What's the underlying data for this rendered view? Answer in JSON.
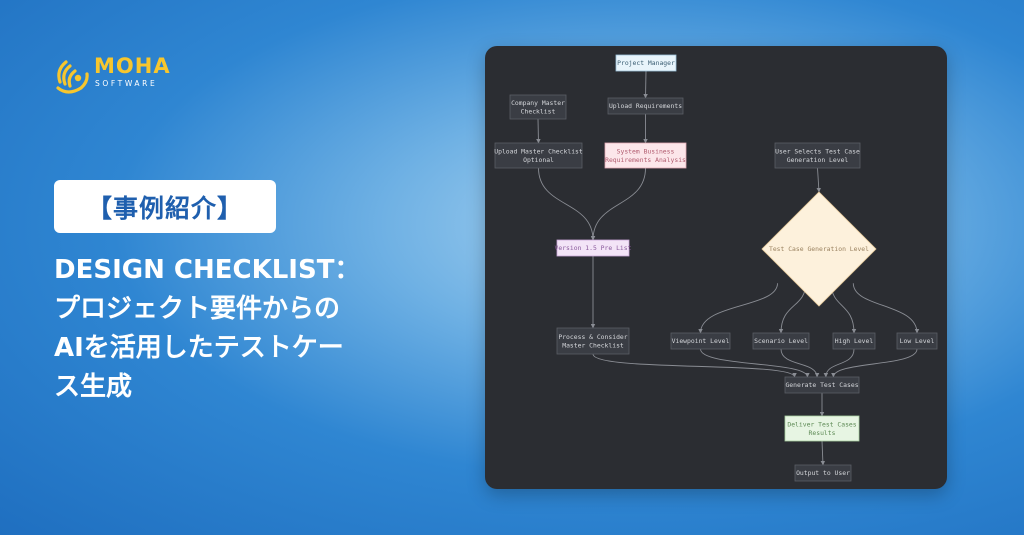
{
  "logo": {
    "brand": "MOHA",
    "subtitle": "SOFTWARE"
  },
  "tag": "【事例紹介】",
  "headline": {
    "lines": [
      "DESIGN CHECKLIST：",
      "プロジェクト要件からの",
      "AIを活用したテストケー",
      "ス生成"
    ]
  },
  "diagram": {
    "colors": {
      "card": "#2b2d32",
      "node": "#3a3d44",
      "edge": "#8a8d94",
      "text": "#d4d6da"
    },
    "nodes": {
      "project_manager": [
        "Project Manager"
      ],
      "company_master": [
        "Company Master",
        "Checklist"
      ],
      "upload_requirements": [
        "Upload Requirements"
      ],
      "upload_master": [
        "Upload Master Checklist",
        "Optional"
      ],
      "system_business": [
        "System Business",
        "Requirements Analysis"
      ],
      "user_selects": [
        "User Selects Test Case",
        "Generation Level"
      ],
      "version_list": [
        "Version 1.5 Pre List"
      ],
      "decision": [
        "Test Case Generation Level"
      ],
      "process_consider": [
        "Process & Consider",
        "Master Checklist"
      ],
      "viewpoint": [
        "Viewpoint Level"
      ],
      "scenario": [
        "Scenario Level"
      ],
      "high": [
        "High Level"
      ],
      "low": [
        "Low Level"
      ],
      "generate": [
        "Generate Test Cases"
      ],
      "results": [
        "Deliver Test Cases",
        "Results"
      ],
      "output": [
        "Output to User"
      ]
    }
  }
}
